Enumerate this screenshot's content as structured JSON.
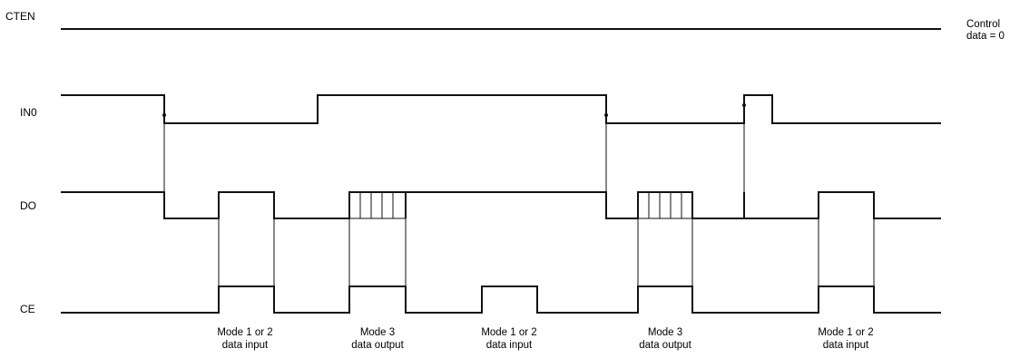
{
  "signals": {
    "cten": "CTEN",
    "in0": "IN0",
    "do": "DO",
    "ce": "CE"
  },
  "control_note": [
    "Control",
    "data = 0"
  ],
  "captions": [
    [
      "Mode 1 or 2",
      "data input"
    ],
    [
      "Mode 3",
      "data output"
    ],
    [
      "Mode 1 or 2",
      "data input"
    ],
    [
      "Mode 3",
      "data output"
    ],
    [
      "Mode 1 or 2",
      "data input"
    ]
  ]
}
